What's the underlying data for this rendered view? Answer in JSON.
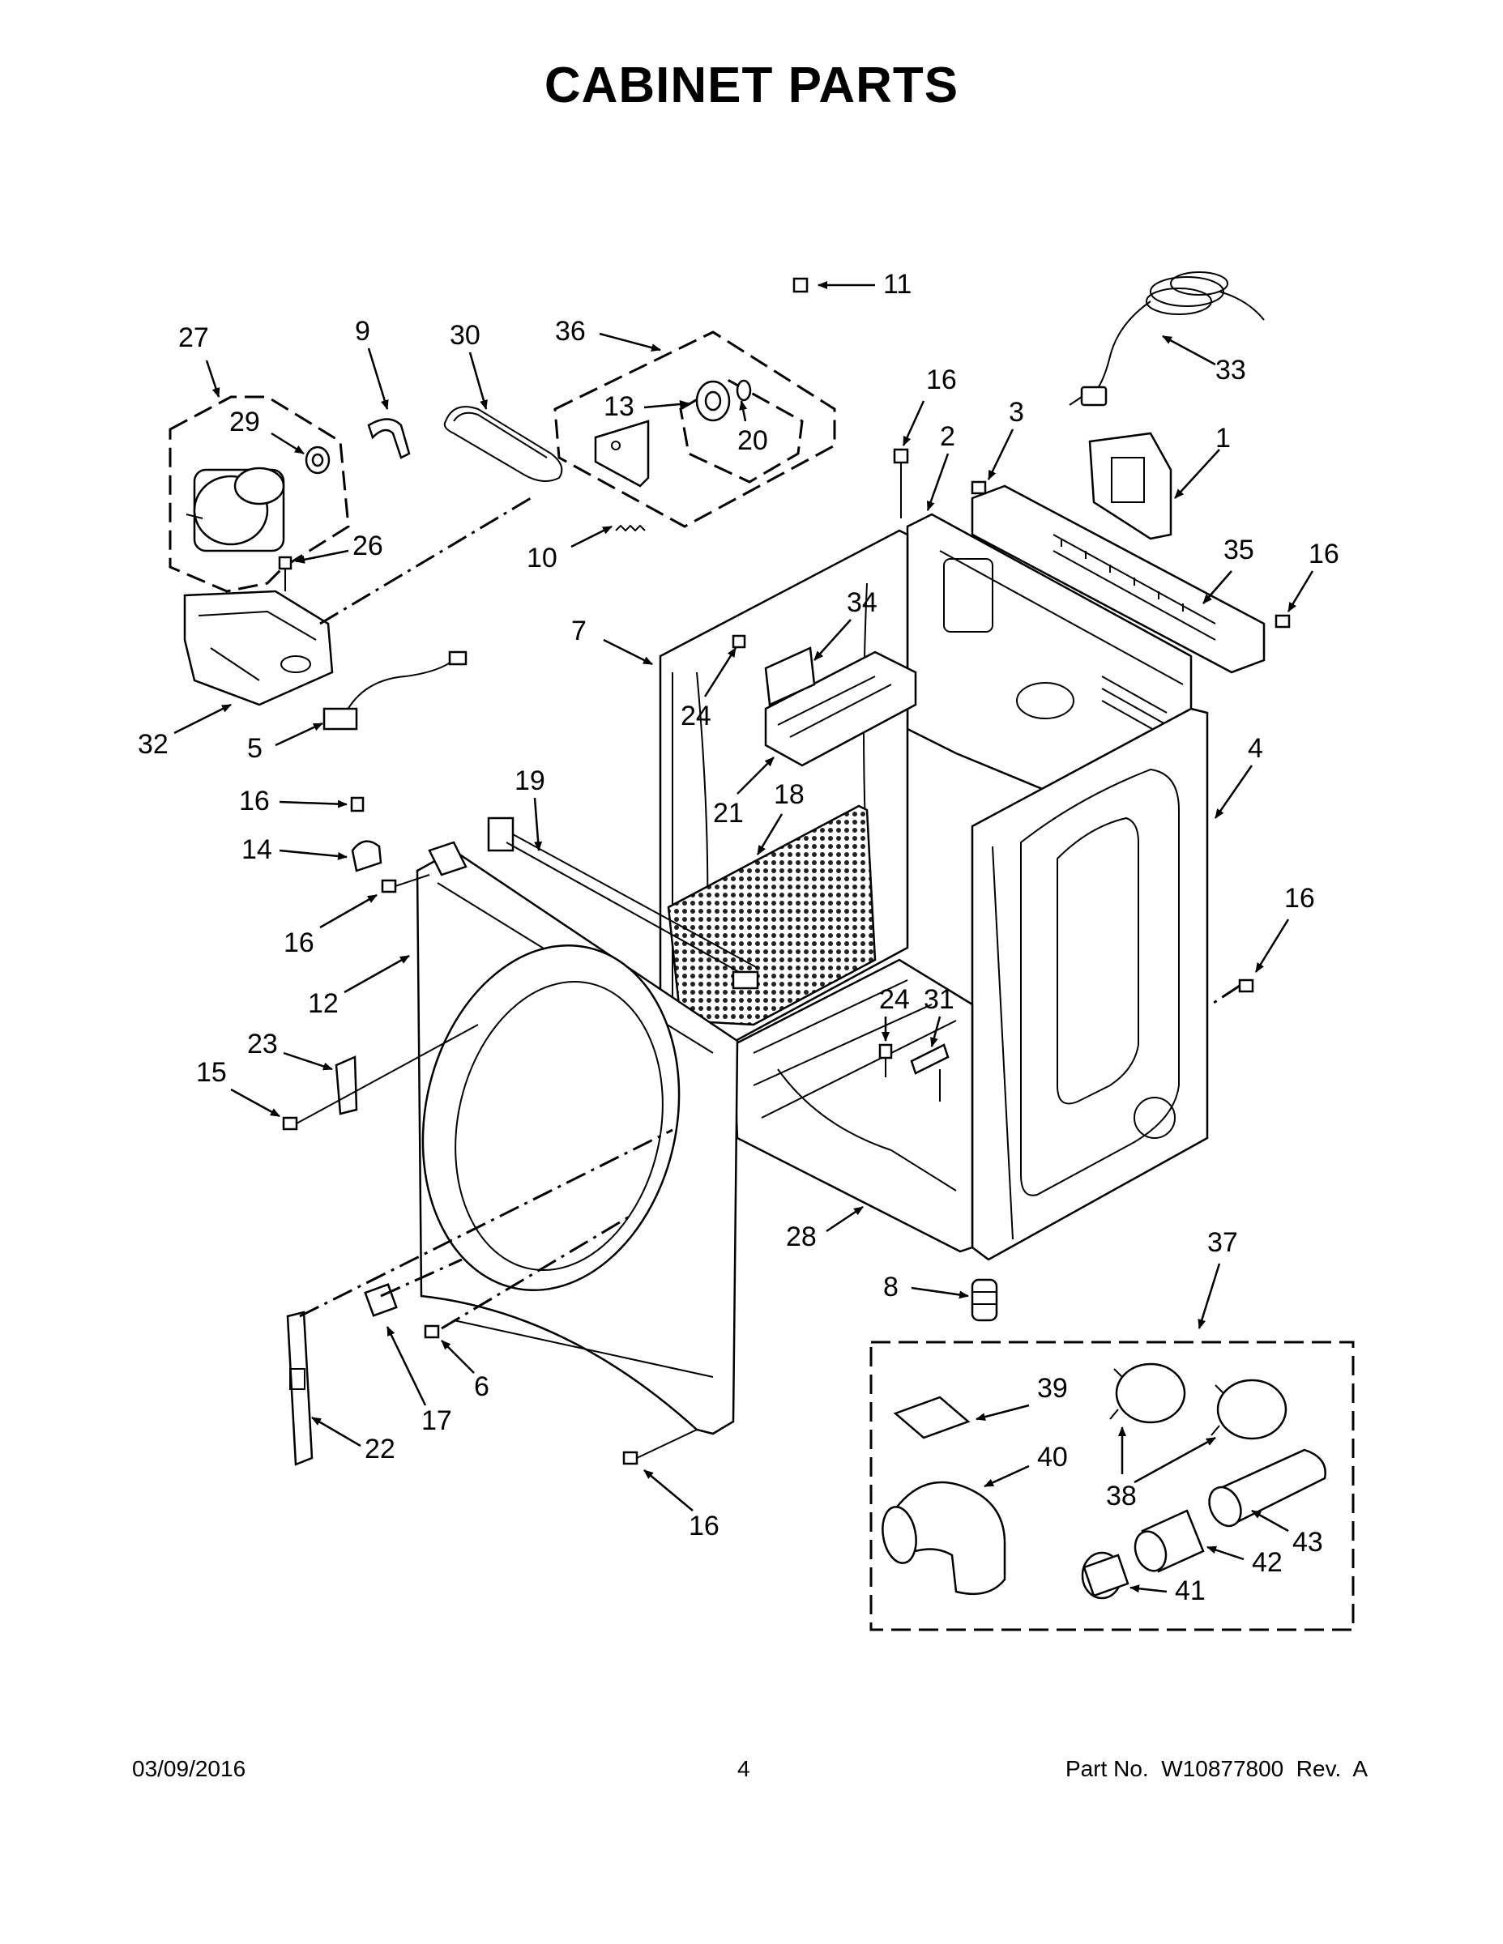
{
  "title": "CABINET PARTS",
  "footer": {
    "date": "03/09/2016",
    "page": "4",
    "part_number": "Part No.  W10877800  Rev.  A"
  },
  "callouts": {
    "c1": "1",
    "c2": "2",
    "c3": "3",
    "c4": "4",
    "c5": "5",
    "c6": "6",
    "c7": "7",
    "c8": "8",
    "c9": "9",
    "c10": "10",
    "c11": "11",
    "c12": "12",
    "c13": "13",
    "c14": "14",
    "c15": "15",
    "c16": "16",
    "c17": "17",
    "c18": "18",
    "c19": "19",
    "c20": "20",
    "c21": "21",
    "c22": "22",
    "c23": "23",
    "c24": "24",
    "c26": "26",
    "c27": "27",
    "c28": "28",
    "c29": "29",
    "c30": "30",
    "c31": "31",
    "c32": "32",
    "c33": "33",
    "c34": "34",
    "c35": "35",
    "c36": "36",
    "c37": "37",
    "c38": "38",
    "c39": "39",
    "c40": "40",
    "c41": "41",
    "c42": "42",
    "c43": "43"
  }
}
